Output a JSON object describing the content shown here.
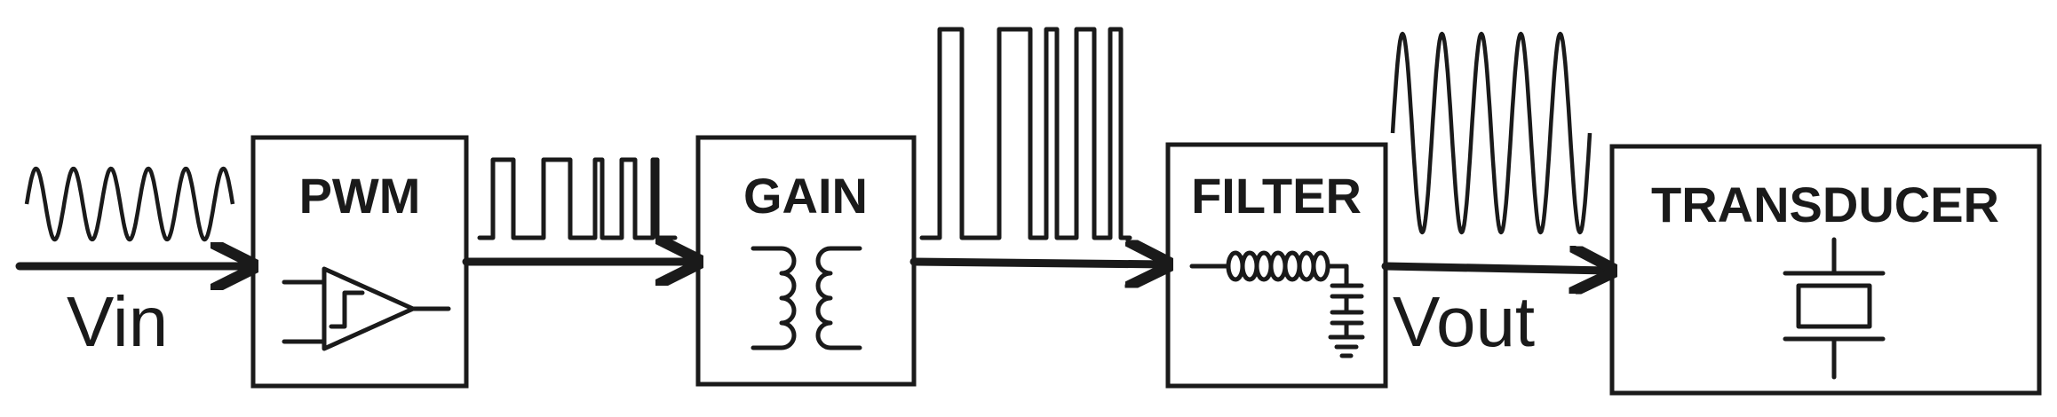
{
  "blocks": {
    "pwm": "PWM",
    "gain": "GAIN",
    "filter": "FILTER",
    "transducer": "TRANSDUCER"
  },
  "signals": {
    "input": "Vin",
    "output": "Vout"
  }
}
